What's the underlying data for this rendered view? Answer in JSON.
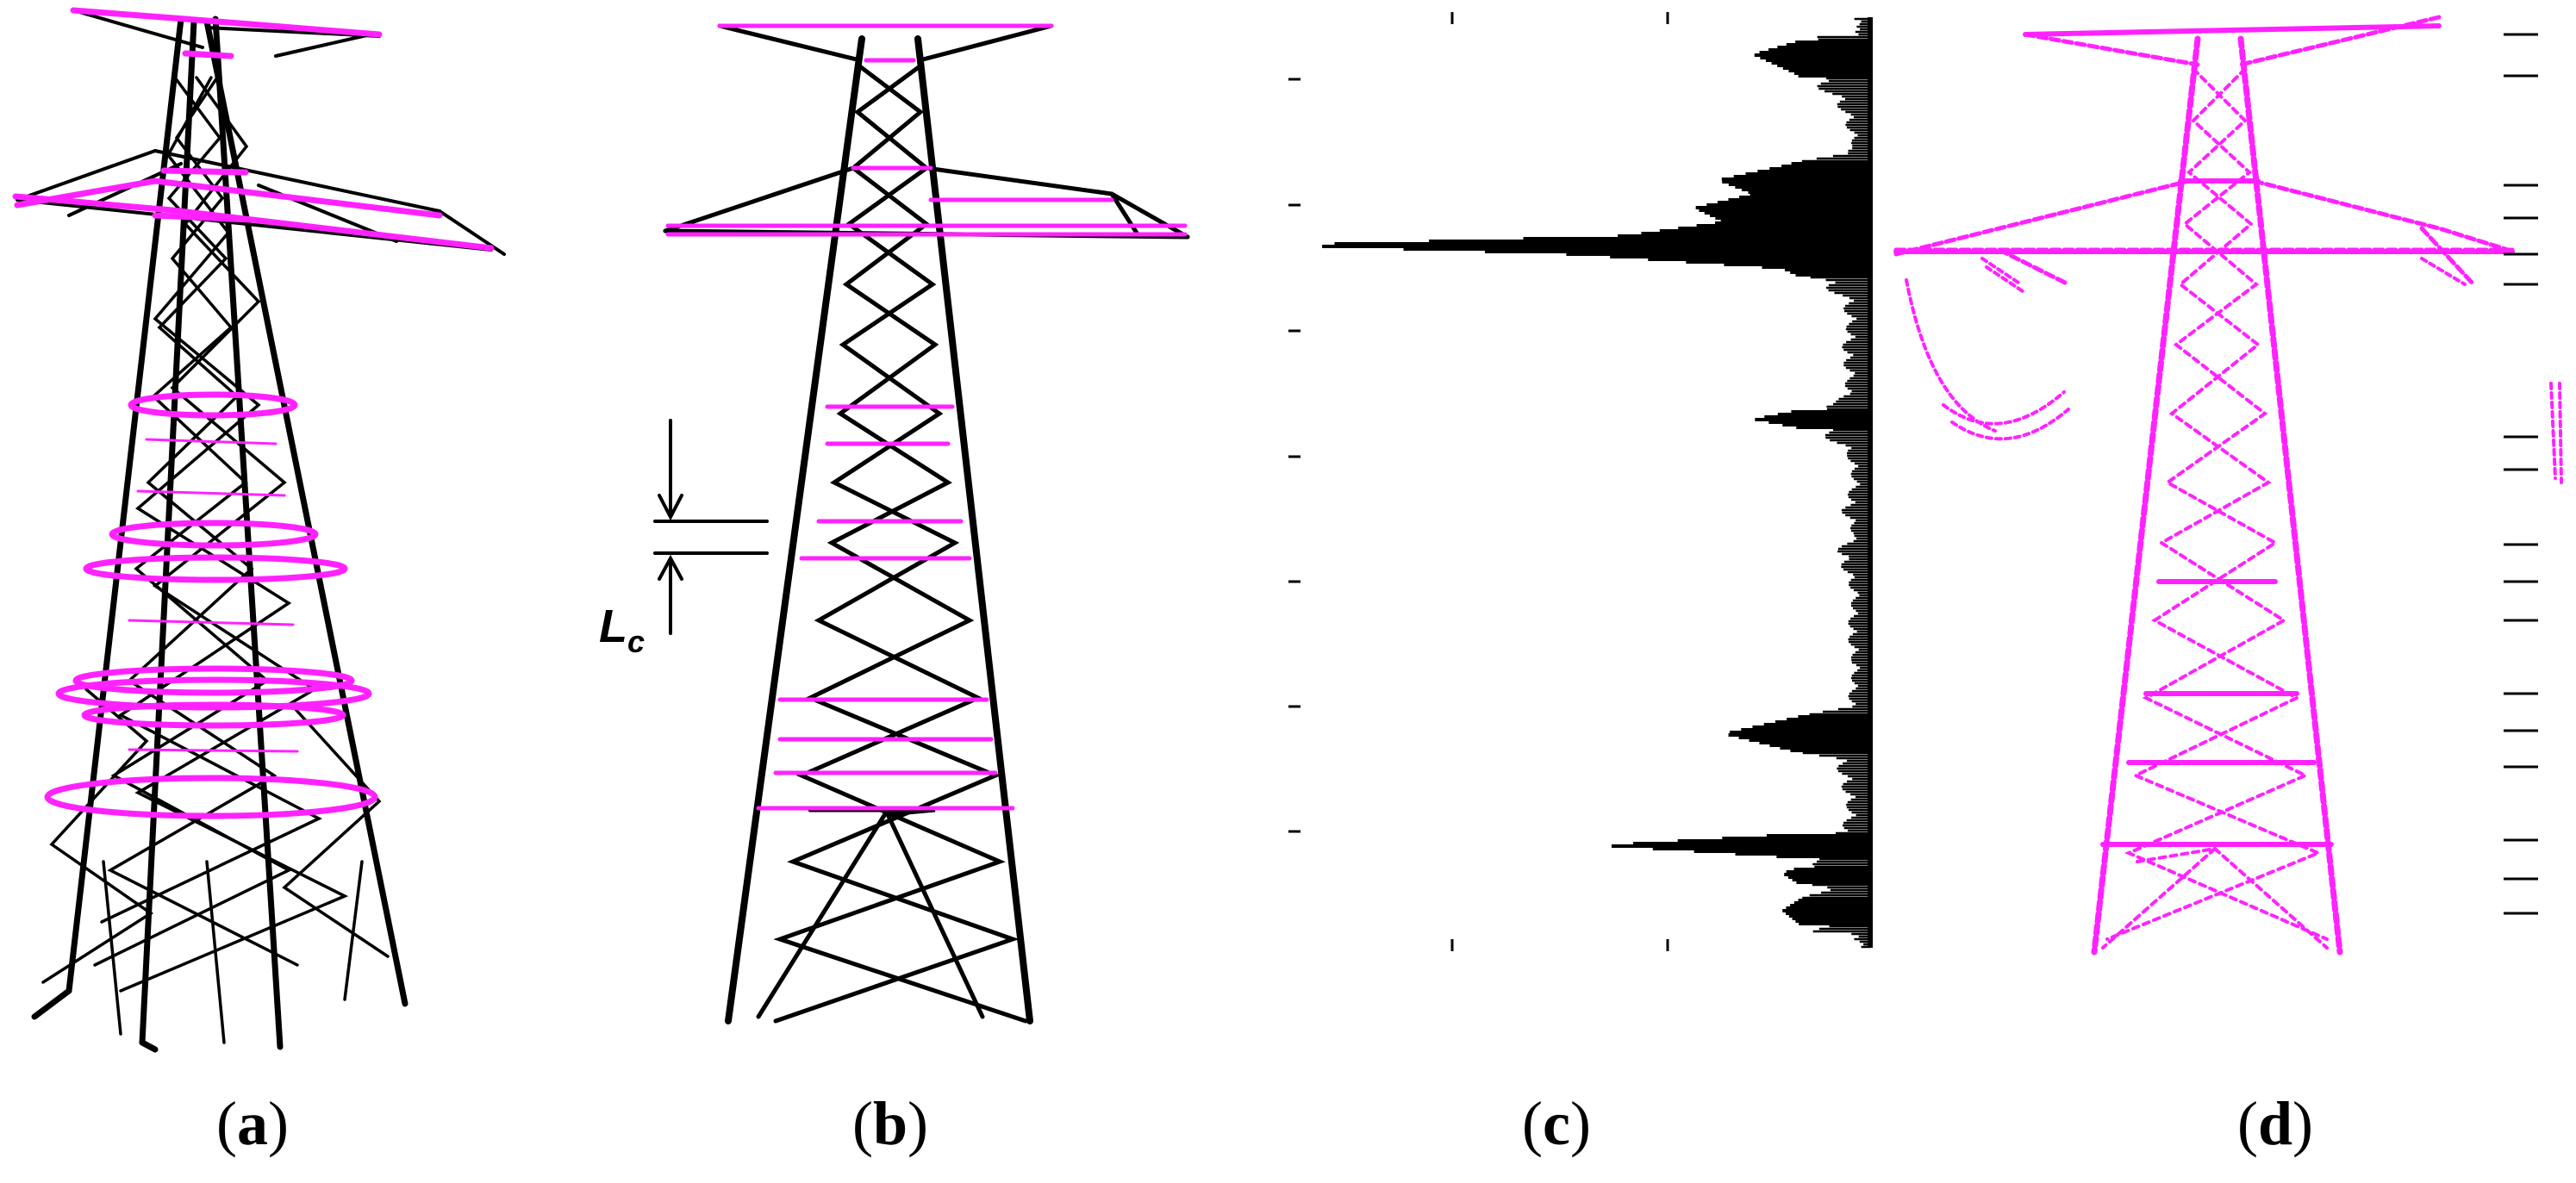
{
  "panels": {
    "a": {
      "open": "(",
      "letter": "a",
      "close": ")"
    },
    "b": {
      "open": "(",
      "letter": "b",
      "close": ")"
    },
    "c": {
      "open": "(",
      "letter": "c",
      "close": ")"
    },
    "d": {
      "open": "(",
      "letter": "d",
      "close": ")"
    }
  },
  "annotation": {
    "symbol": "L",
    "subscript": "c"
  },
  "colors": {
    "structure": "#000000",
    "highlight": "#ff22ff",
    "histogram": "#000000"
  },
  "histogram_profile": [
    [
      0.02,
      0.09
    ],
    [
      0.04,
      0.2
    ],
    [
      0.06,
      0.13
    ],
    [
      0.08,
      0.08
    ],
    [
      0.1,
      0.05
    ],
    [
      0.12,
      0.04
    ],
    [
      0.14,
      0.03
    ],
    [
      0.16,
      0.15
    ],
    [
      0.175,
      0.26
    ],
    [
      0.19,
      0.2
    ],
    [
      0.205,
      0.3
    ],
    [
      0.22,
      0.25
    ],
    [
      0.235,
      0.42
    ],
    [
      0.245,
      1.0
    ],
    [
      0.255,
      0.5
    ],
    [
      0.27,
      0.15
    ],
    [
      0.3,
      0.05
    ],
    [
      0.33,
      0.04
    ],
    [
      0.36,
      0.05
    ],
    [
      0.39,
      0.04
    ],
    [
      0.415,
      0.06
    ],
    [
      0.432,
      0.2
    ],
    [
      0.445,
      0.09
    ],
    [
      0.47,
      0.04
    ],
    [
      0.5,
      0.03
    ],
    [
      0.53,
      0.05
    ],
    [
      0.555,
      0.03
    ],
    [
      0.575,
      0.06
    ],
    [
      0.62,
      0.03
    ],
    [
      0.66,
      0.04
    ],
    [
      0.7,
      0.03
    ],
    [
      0.74,
      0.04
    ],
    [
      0.77,
      0.25
    ],
    [
      0.8,
      0.06
    ],
    [
      0.85,
      0.04
    ],
    [
      0.875,
      0.05
    ],
    [
      0.89,
      0.46
    ],
    [
      0.905,
      0.08
    ],
    [
      0.92,
      0.15
    ],
    [
      0.94,
      0.1
    ],
    [
      0.96,
      0.15
    ],
    [
      0.985,
      0.1
    ]
  ]
}
